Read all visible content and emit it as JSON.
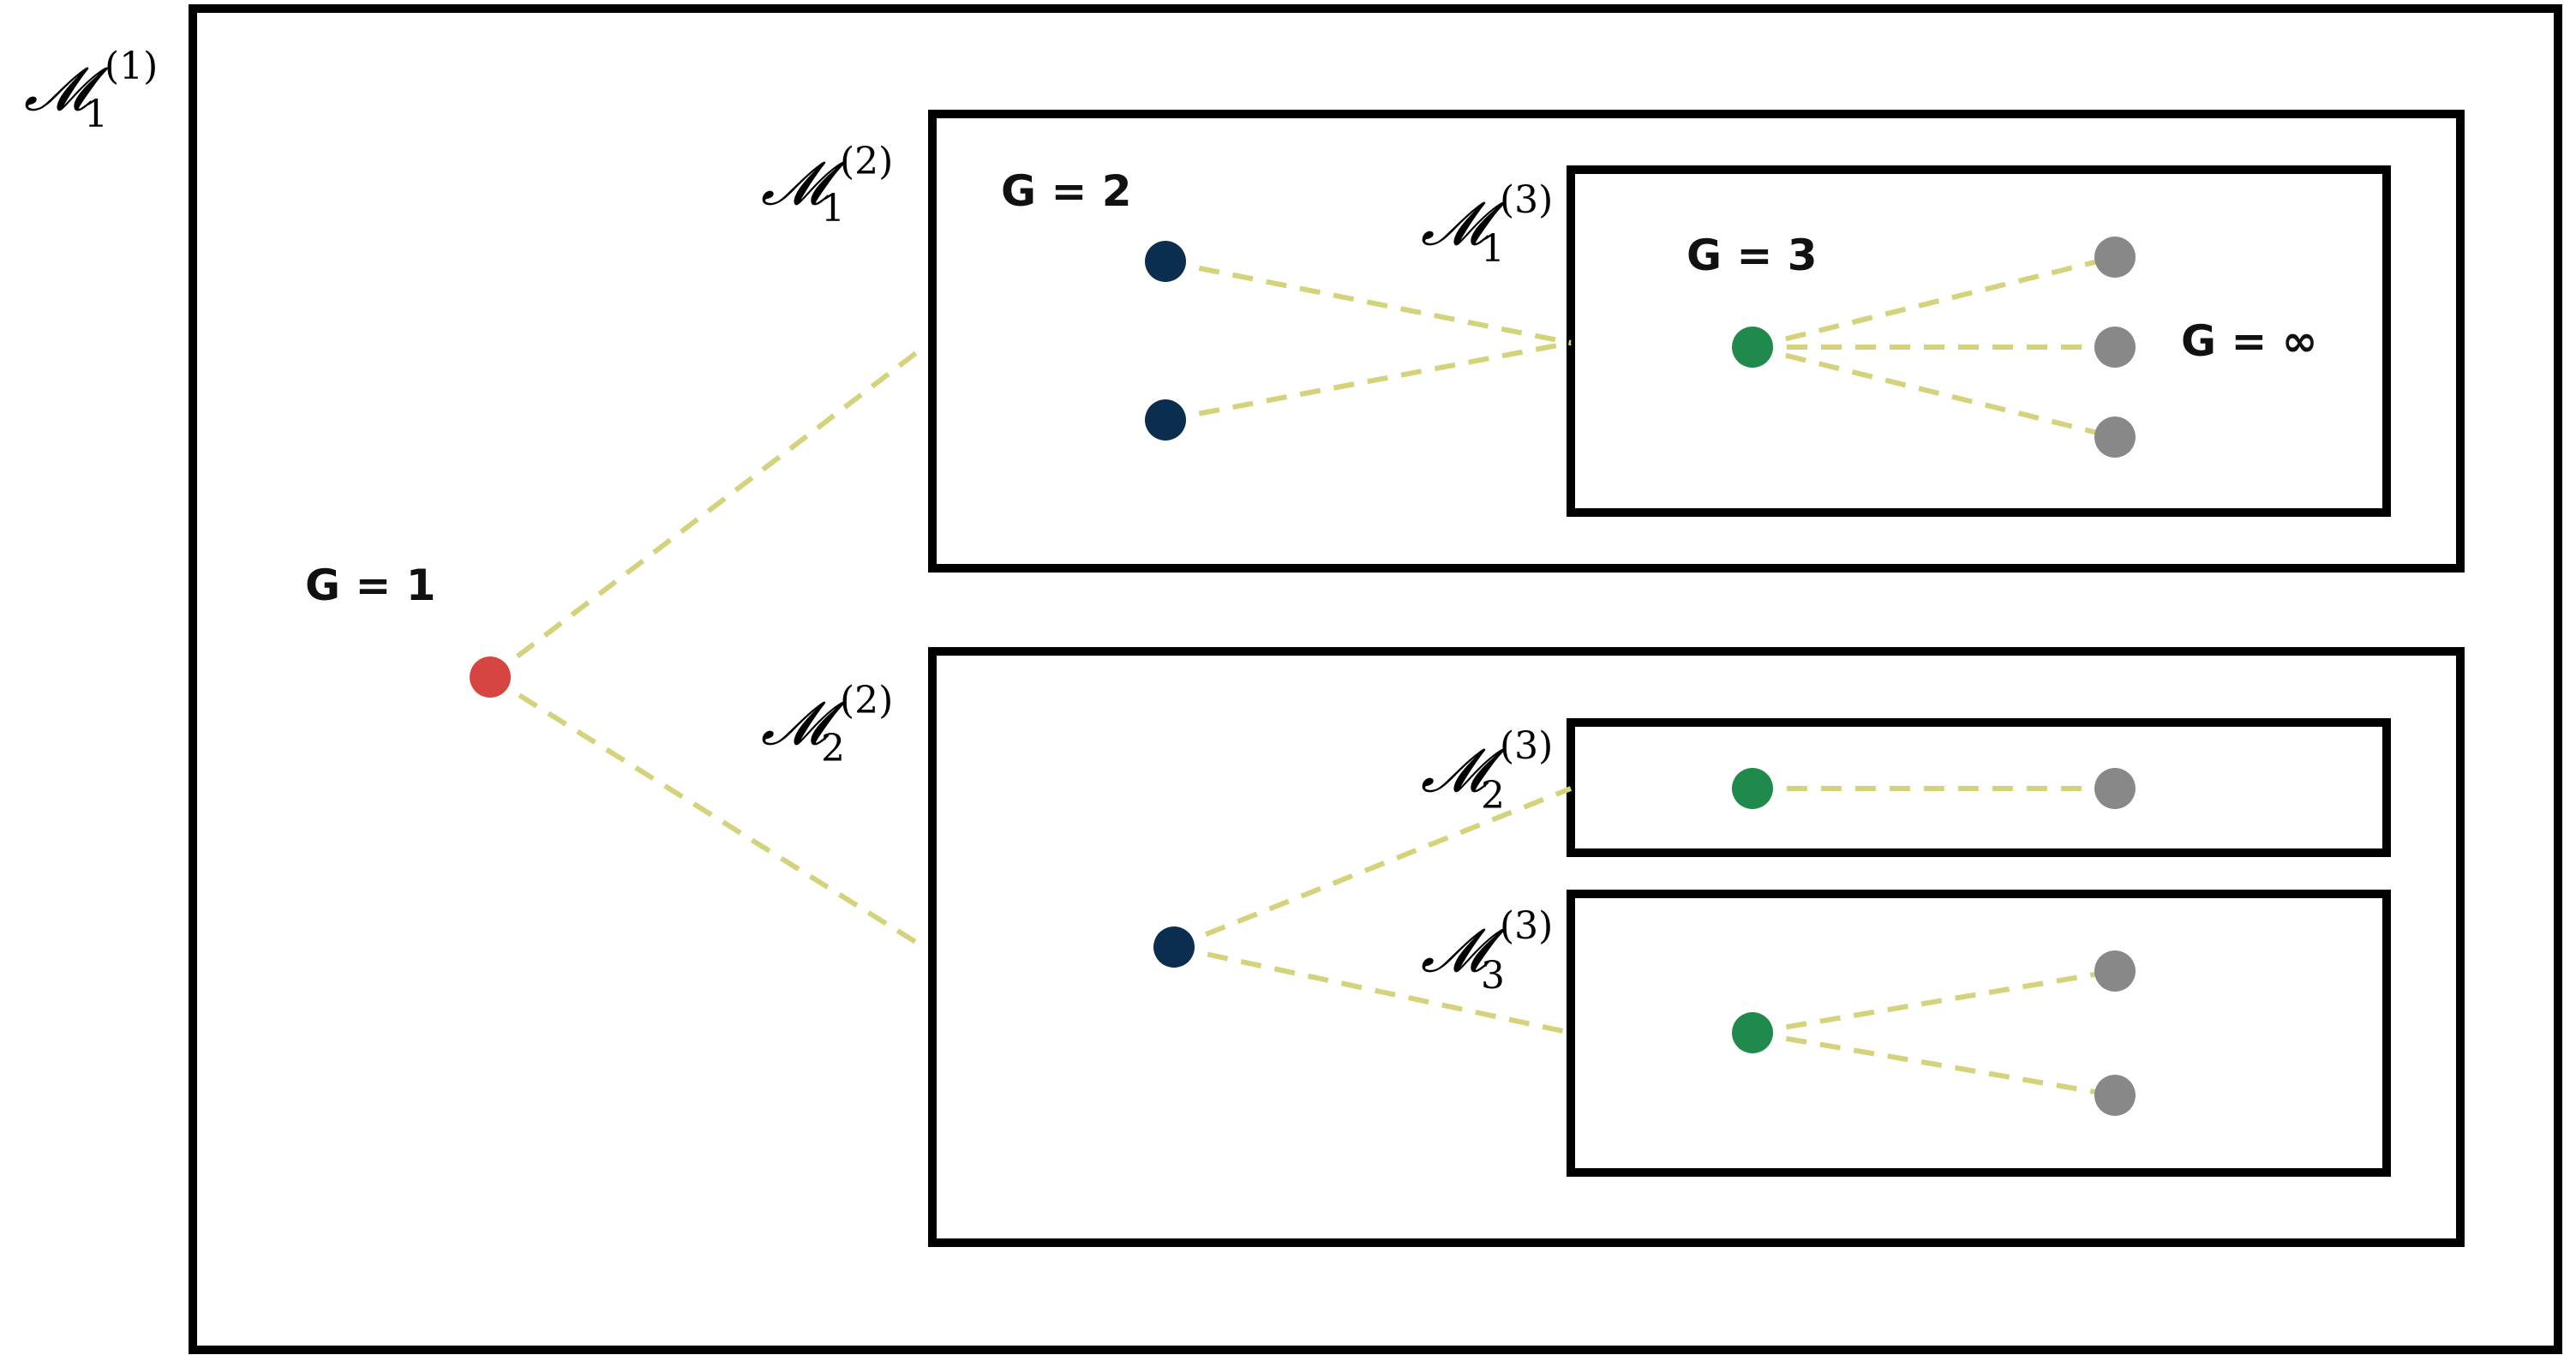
{
  "colors": {
    "generation_1": "#d64541",
    "generation_2": "#0b2e50",
    "generation_3": "#1f8a4c",
    "generation_inf": "#888888",
    "edge": "#d4d27a"
  },
  "module_labels": {
    "m1_1": {
      "script": "𝓜",
      "sub": "1",
      "sup": "(1)"
    },
    "m1_2": {
      "script": "𝓜",
      "sub": "1",
      "sup": "(2)"
    },
    "m2_2": {
      "script": "𝓜",
      "sub": "2",
      "sup": "(2)"
    },
    "m1_3": {
      "script": "𝓜",
      "sub": "1",
      "sup": "(3)"
    },
    "m2_3": {
      "script": "𝓜",
      "sub": "2",
      "sup": "(3)"
    },
    "m3_3": {
      "script": "𝓜",
      "sub": "3",
      "sup": "(3)"
    }
  },
  "generation_labels": {
    "g1": "G = 1",
    "g2": "G = 2",
    "g3": "G = 3",
    "ginf": "G = ∞"
  }
}
